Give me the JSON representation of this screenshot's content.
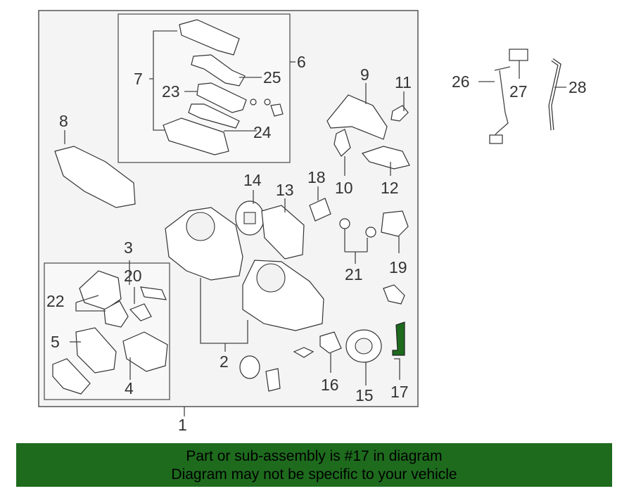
{
  "labels": {
    "l1": "1",
    "l2": "2",
    "l3": "3",
    "l4": "4",
    "l5": "5",
    "l6": "6",
    "l7": "7",
    "l8": "8",
    "l9": "9",
    "l10": "10",
    "l11": "11",
    "l12": "12",
    "l13": "13",
    "l14": "14",
    "l15": "15",
    "l16": "16",
    "l17": "17",
    "l18": "18",
    "l19": "19",
    "l20": "20",
    "l21": "21",
    "l22": "22",
    "l23": "23",
    "l24": "24",
    "l25": "25",
    "l26": "26",
    "l27": "27",
    "l28": "28"
  },
  "highlight_part": "17",
  "colors": {
    "highlight": "#1e6b1e",
    "banner": "#1e6b1e",
    "line": "#444444",
    "frame": "#555555"
  },
  "banner": {
    "line1": "Part or sub-assembly is #17 in diagram",
    "line2": "Diagram may not be specific to your vehicle"
  }
}
